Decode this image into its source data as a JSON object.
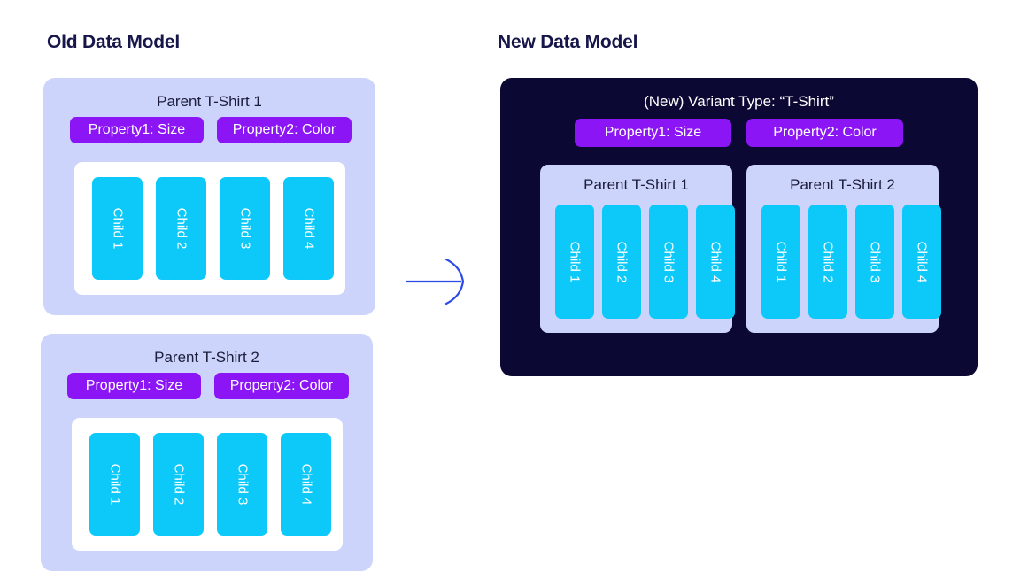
{
  "headings": {
    "old": "Old Data Model",
    "new": "New Data Model"
  },
  "colors": {
    "panel_lavender": "#ccd4fb",
    "panel_dark": "#0b0833",
    "property_purple": "#8b15f5",
    "child_cyan": "#0cc9fa",
    "arrow_blue": "#2b4ae8",
    "heading_navy": "#16164a",
    "white": "#ffffff"
  },
  "old_model": {
    "panels": [
      {
        "title": "Parent T-Shirt 1",
        "properties": [
          "Property1: Size",
          "Property2: Color"
        ],
        "children": [
          "Child 1",
          "Child 2",
          "Child 3",
          "Child 4"
        ]
      },
      {
        "title": "Parent T-Shirt 2",
        "properties": [
          "Property1: Size",
          "Property2: Color"
        ],
        "children": [
          "Child 1",
          "Child 2",
          "Child 3",
          "Child 4"
        ]
      }
    ]
  },
  "new_model": {
    "title": "(New) Variant Type: “T-Shirt”",
    "properties": [
      "Property1: Size",
      "Property2: Color"
    ],
    "subpanels": [
      {
        "title": "Parent T-Shirt 1",
        "children": [
          "Child 1",
          "Child 2",
          "Child 3",
          "Child 4"
        ]
      },
      {
        "title": "Parent T-Shirt 2",
        "children": [
          "Child 1",
          "Child 2",
          "Child 3",
          "Child 4"
        ]
      }
    ]
  },
  "connector": {
    "icon": "curved-arrow-right-icon",
    "direction": "right"
  }
}
